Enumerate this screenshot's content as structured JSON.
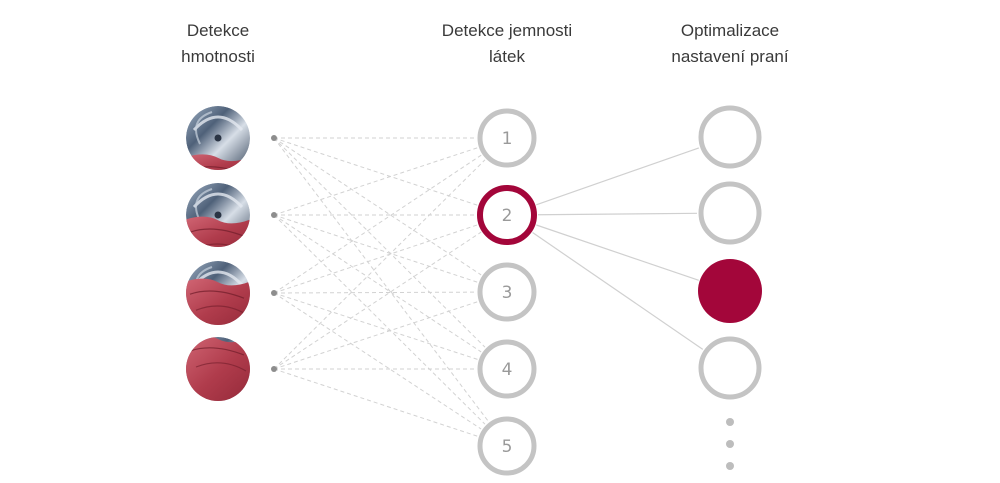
{
  "columns": [
    {
      "id": "weight",
      "title_lines": [
        "Detekce",
        "hmotnosti"
      ]
    },
    {
      "id": "fabric",
      "title_lines": [
        "Detekce jemnosti",
        "látek"
      ]
    },
    {
      "id": "optimize",
      "title_lines": [
        "Optimalizace",
        "nastavení praní"
      ]
    }
  ],
  "colors": {
    "accent": "#a3063a",
    "ring": "#c4c4c4",
    "dash_line": "#d2d2d2",
    "solid_line": "#d0d0d0",
    "node_dot": "#8d8d8d",
    "number": "#9a9a9a",
    "drum_steel": "#5d6f86",
    "fabric_red": "#b84655"
  },
  "load_levels": [
    {
      "label": "load-level-1",
      "fabric_fill": 0.22
    },
    {
      "label": "load-level-2",
      "fabric_fill": 0.45
    },
    {
      "label": "load-level-3",
      "fabric_fill": 0.7
    },
    {
      "label": "load-level-4",
      "fabric_fill": 1.0
    }
  ],
  "fabric_nodes": [
    {
      "label": "1",
      "selected": false
    },
    {
      "label": "2",
      "selected": true
    },
    {
      "label": "3",
      "selected": false
    },
    {
      "label": "4",
      "selected": false
    },
    {
      "label": "5",
      "selected": false
    }
  ],
  "output_nodes": [
    {
      "selected": false
    },
    {
      "selected": false
    },
    {
      "selected": true
    },
    {
      "selected": false
    }
  ],
  "output_more_dots": 3,
  "connections": {
    "input_to_fabric": "all",
    "selected_fabric_to_outputs": "all"
  }
}
